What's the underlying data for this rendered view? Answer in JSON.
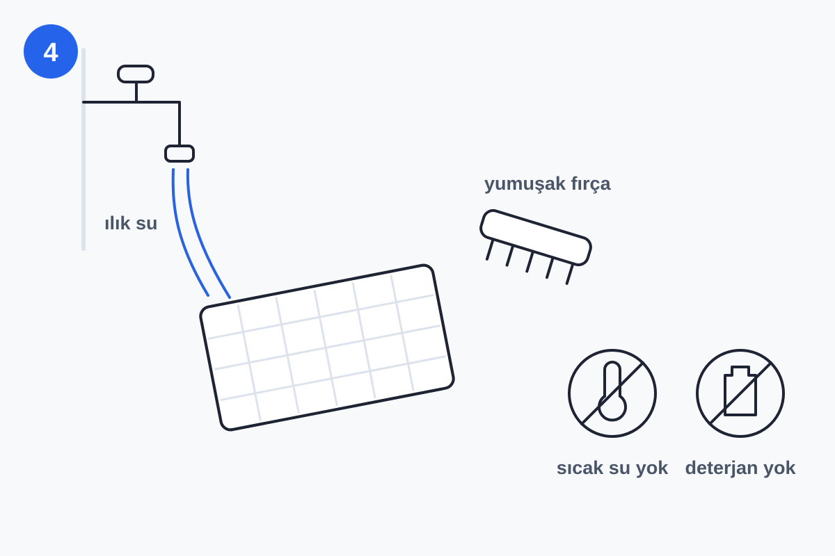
{
  "step": {
    "number": "4",
    "badge_color": "#2563eb"
  },
  "labels": {
    "water": "ılık su",
    "brush": "yumuşak fırça",
    "no_hot_water": "sıcak su yok",
    "no_detergent": "deterjan yok"
  },
  "colors": {
    "stroke": "#1e2433",
    "water": "#2a63e0",
    "wall": "#dde3ec",
    "grid": "#dde3ec",
    "label": "#4a5568",
    "background": "#f8f9fb"
  },
  "icons": {
    "faucet": "faucet-icon",
    "water_stream": "water-stream-icon",
    "filter": "filter-mesh-icon",
    "brush": "soft-brush-icon",
    "no_hot_water": "no-hot-water-icon",
    "no_detergent": "no-detergent-icon"
  }
}
